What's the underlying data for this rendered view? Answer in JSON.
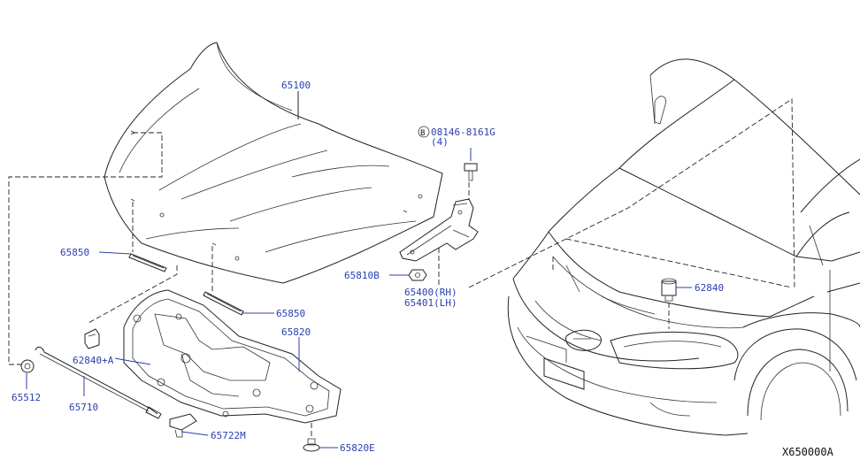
{
  "labels": {
    "hood": "65100",
    "hinge_bolt_code": "08146-8161G",
    "hinge_bolt_qty": "(4)",
    "hinge_bolt_marker": "B",
    "seal_upper": "65850",
    "seal_lower": "65850",
    "hinge_nut": "65810B",
    "hinge_rh": "65400(RH)",
    "hinge_lh": "65401(LH)",
    "bumper_stop": "62840",
    "insulator": "65820",
    "stop_rubber_a": "62840+A",
    "grommet": "65512",
    "hood_rod": "65710",
    "clip": "65722M",
    "clip_e": "65820E"
  },
  "figure_code": "X650000A"
}
